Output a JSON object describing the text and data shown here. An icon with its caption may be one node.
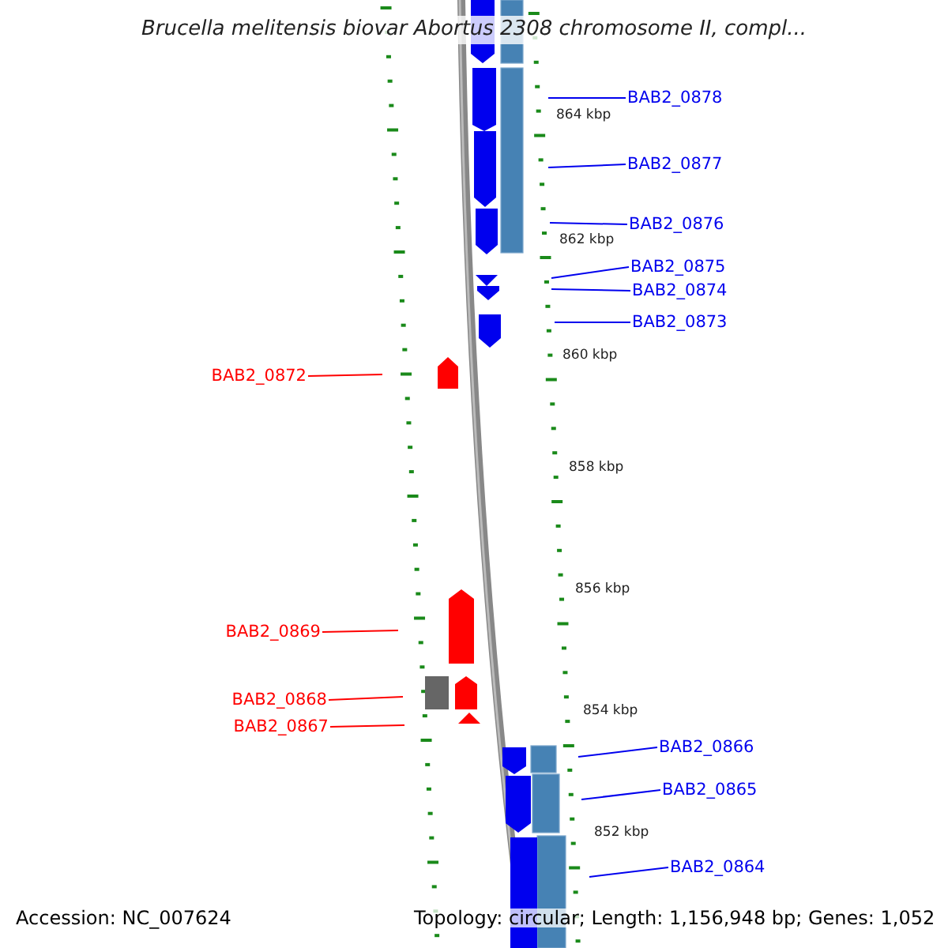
{
  "diagram": {
    "title": "Brucella melitensis biovar Abortus 2308 chromosome II, compl...",
    "nodes": [
      {
        "text": [
          "BAB2_0878"
        ]
      },
      {
        "text": [
          "BAB2_0877"
        ]
      },
      {
        "text": [
          "BAB2_0876"
        ]
      },
      {
        "text": [
          "BAB2_0875"
        ]
      },
      {
        "text": [
          "BAB2_0874"
        ]
      },
      {
        "text": [
          "BAB2_0873"
        ]
      },
      {
        "text": [
          "BAB2_0872"
        ]
      },
      {
        "text": [
          "BAB2_0869"
        ]
      },
      {
        "text": [
          "BAB2_0868"
        ]
      },
      {
        "text": [
          "BAB2_0867"
        ]
      },
      {
        "text": [
          "BAB2_0866"
        ]
      },
      {
        "text": [
          "BAB2_0865"
        ]
      },
      {
        "text": [
          "BAB2_0864"
        ]
      }
    ],
    "edges": [
      {
        "from": 0,
        "to": null,
        "arrow": "none"
      },
      {
        "from": 1,
        "to": null,
        "arrow": "none"
      },
      {
        "from": 2,
        "to": null,
        "arrow": "none"
      },
      {
        "from": 3,
        "to": null,
        "arrow": "none"
      },
      {
        "from": 4,
        "to": null,
        "arrow": "none"
      },
      {
        "from": 5,
        "to": null,
        "arrow": "none"
      },
      {
        "from": 6,
        "to": null,
        "arrow": "none",
        "color": "#ff0000"
      },
      {
        "from": 7,
        "to": null,
        "arrow": "none",
        "color": "#ff0000"
      },
      {
        "from": 8,
        "to": null,
        "arrow": "none",
        "color": "#ff0000"
      },
      {
        "from": 9,
        "to": null,
        "arrow": "none",
        "color": "#ff0000"
      },
      {
        "from": 10,
        "to": null,
        "arrow": "none"
      },
      {
        "from": 11,
        "to": null,
        "arrow": "none"
      },
      {
        "from": 12,
        "to": null,
        "arrow": "none"
      }
    ],
    "labels": [
      "864 kbp",
      "862 kbp",
      "860 kbp",
      "858 kbp",
      "856 kbp",
      "854 kbp",
      "852 kbp",
      "Accession: NC_007624",
      "Topology: circular; Length: 1,156,948 bp; Genes: 1,052"
    ]
  }
}
